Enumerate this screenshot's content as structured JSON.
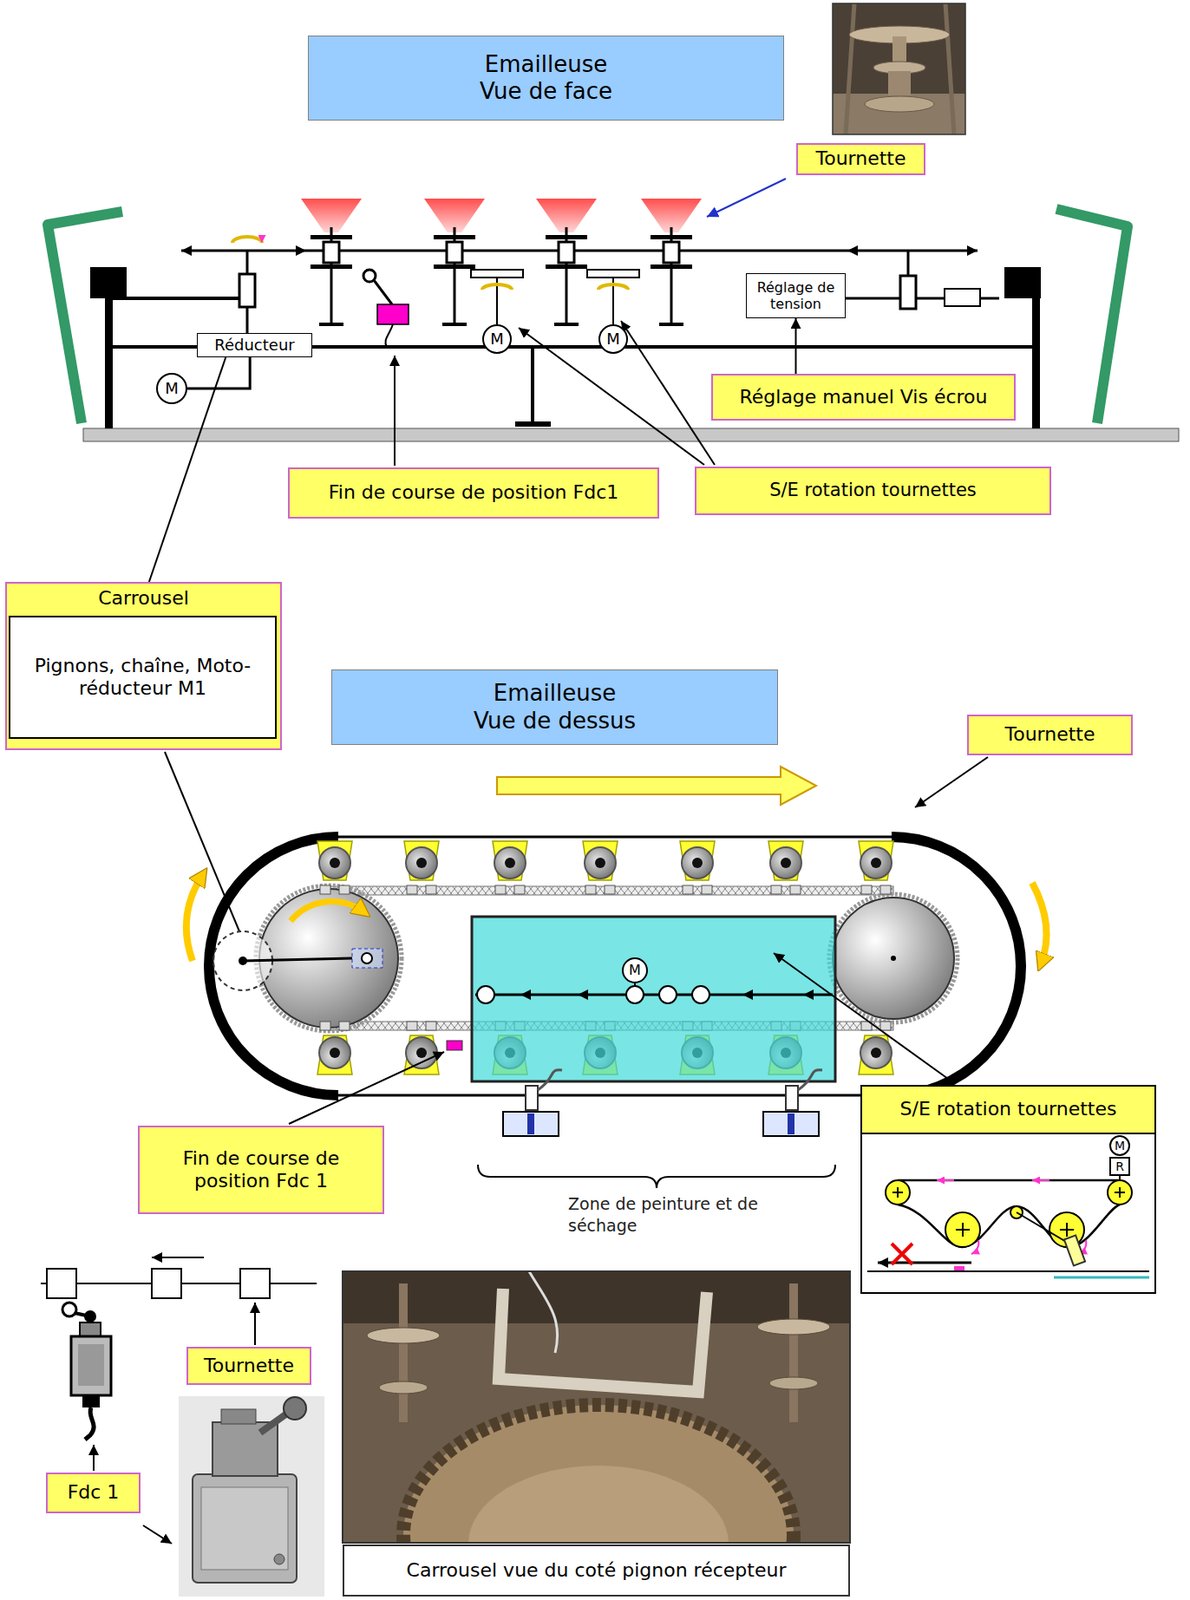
{
  "diagram": {
    "nodes": [
      {
        "text": [
          "Emailleuse",
          "Vue de face"
        ]
      },
      {
        "text": [
          "Tournette"
        ]
      },
      {
        "text": [
          "Réglage de tension"
        ]
      },
      {
        "text": [
          "Réducteur"
        ]
      },
      {
        "text": [
          "M"
        ]
      },
      {
        "text": [
          "M"
        ]
      },
      {
        "text": [
          "Réglage manuel Vis écrou"
        ]
      },
      {
        "text": [
          "M"
        ]
      },
      {
        "text": [
          "Fin de course de position Fdc1"
        ]
      },
      {
        "text": [
          "S/E rotation tournettes"
        ]
      },
      {
        "text": [
          "Carrousel"
        ]
      },
      {
        "text": [
          "Pignons, chaîne, Moto-réducteur M1"
        ],
        "in": 10
      },
      {
        "text": [
          "Emailleuse",
          "Vue de dessus"
        ]
      },
      {
        "text": [
          "Tournette"
        ]
      },
      {
        "text": [
          "M"
        ]
      },
      {
        "text": [
          "S/E rotation tournettes"
        ]
      },
      {
        "text": [
          "M"
        ],
        "in": 15
      },
      {
        "text": [
          "R"
        ],
        "in": 15
      },
      {
        "text": [
          "Fin de course de position Fdc 1"
        ]
      },
      {
        "text": [
          "Tournette"
        ]
      },
      {
        "text": [
          "Fdc 1"
        ]
      },
      {
        "text": [
          "Carrousel vue du coté pignon récepteur"
        ]
      }
    ],
    "edges": [
      {
        "from": 6,
        "to": 2,
        "arrow": "to"
      },
      {
        "from": 10,
        "to": 3,
        "arrow": "none"
      },
      {
        "from": 7,
        "to": 3,
        "arrow": "none"
      }
    ],
    "labels": [
      "Zone de peinture et de séchage"
    ]
  }
}
